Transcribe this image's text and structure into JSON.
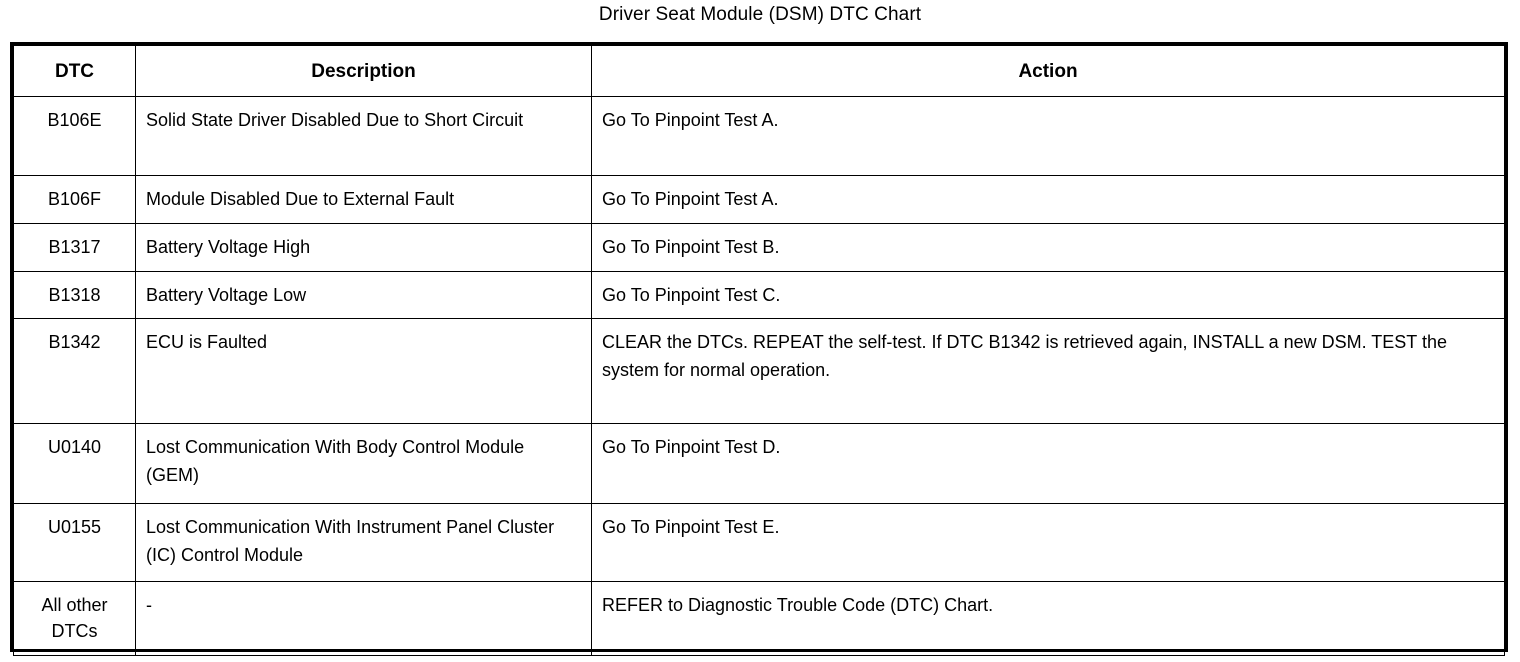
{
  "title": "Driver Seat Module (DSM) DTC Chart",
  "table": {
    "columns": [
      {
        "key": "dtc",
        "label": "DTC"
      },
      {
        "key": "description",
        "label": "Description"
      },
      {
        "key": "action",
        "label": "Action"
      }
    ],
    "rows": [
      {
        "dtc": "B106E",
        "description": "Solid State Driver Disabled Due to Short Circuit",
        "action": "Go To Pinpoint Test A."
      },
      {
        "dtc": "B106F",
        "description": "Module Disabled Due to External Fault",
        "action": "Go To Pinpoint Test A."
      },
      {
        "dtc": "B1317",
        "description": "Battery Voltage High",
        "action": "Go To Pinpoint Test B."
      },
      {
        "dtc": "B1318",
        "description": "Battery Voltage Low",
        "action": "Go To Pinpoint Test C."
      },
      {
        "dtc": "B1342",
        "description": "ECU is Faulted",
        "action": "CLEAR the DTCs. REPEAT the self-test. If DTC B1342 is retrieved again, INSTALL a new DSM. TEST the system for normal operation."
      },
      {
        "dtc": "U0140",
        "description": "Lost Communication With Body Control Module (GEM)",
        "action": "Go To Pinpoint Test D."
      },
      {
        "dtc": "U0155",
        "description": "Lost Communication With Instrument Panel Cluster (IC) Control Module",
        "action": "Go To Pinpoint Test E."
      },
      {
        "dtc": "All other DTCs",
        "description": "-",
        "action": "REFER to Diagnostic Trouble Code (DTC) Chart."
      }
    ]
  },
  "colors": {
    "text": "#000000",
    "background": "#ffffff",
    "border": "#000000"
  }
}
